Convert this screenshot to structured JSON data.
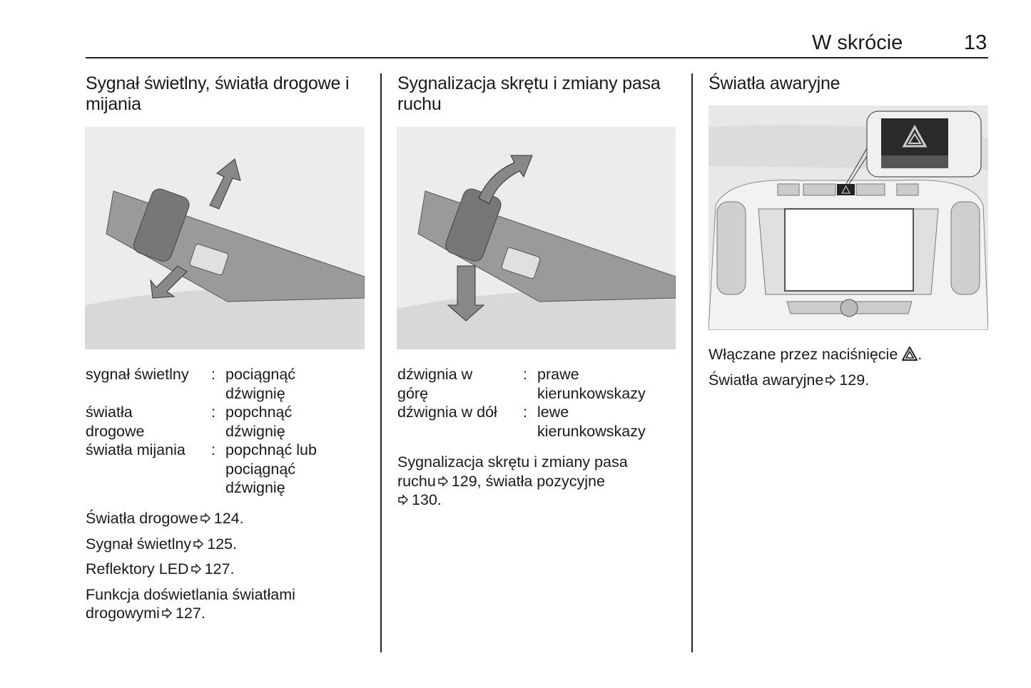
{
  "header": {
    "title": "W skrócie",
    "page": "13"
  },
  "col1": {
    "heading": "Sygnał świetlny, światła drogowe i mijania",
    "definitions": [
      {
        "term": "sygnał świetlny",
        "desc": "pociągnąć dźwignię"
      },
      {
        "term": "światła drogowe",
        "desc": "popchnąć dźwignię"
      },
      {
        "term": "światła mijania",
        "desc": "popchnąć lub pociągnąć dźwignię"
      }
    ],
    "refs": [
      {
        "text": "Światła drogowe",
        "page": "124."
      },
      {
        "text": "Sygnał świetlny",
        "page": "125."
      },
      {
        "text": "Reflektory LED",
        "page": "127."
      },
      {
        "text": "Funkcja doświetlania światłami drogowymi",
        "page": "127."
      }
    ]
  },
  "col2": {
    "heading": "Sygnalizacja skrętu i zmiany pasa ruchu",
    "definitions": [
      {
        "term": "dźwignia w górę",
        "desc": "prawe kierunkowskazy"
      },
      {
        "term": "dźwignia w dół",
        "desc": "lewe kierunkowskazy"
      }
    ],
    "para": {
      "t1": "Sygnalizacja skrętu i zmiany pasa ruchu",
      "p1": "129, światła pozycyjne",
      "p2": "130."
    }
  },
  "col3": {
    "heading": "Światła awaryjne",
    "line1": "Włączane przez naciśnięcie",
    "line1_end": ".",
    "ref": {
      "text": "Światła awaryjne",
      "page": "129."
    }
  }
}
